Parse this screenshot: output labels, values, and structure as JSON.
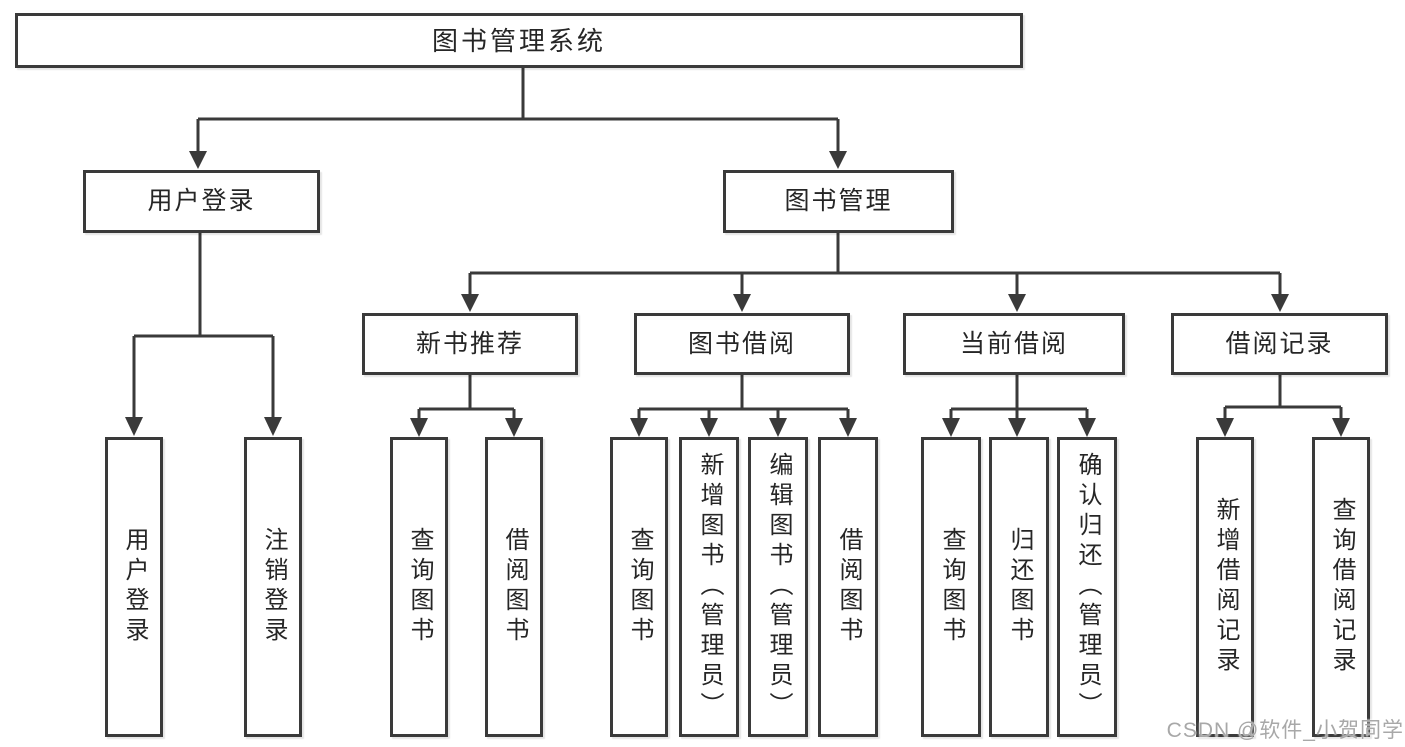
{
  "tree": {
    "label": "图书管理系统",
    "children": [
      {
        "label": "用户登录",
        "children": [
          {
            "label": "用户登录"
          },
          {
            "label": "注销登录"
          }
        ]
      },
      {
        "label": "图书管理",
        "children": [
          {
            "label": "新书推荐",
            "children": [
              {
                "label": "查询图书"
              },
              {
                "label": "借阅图书"
              }
            ]
          },
          {
            "label": "图书借阅",
            "children": [
              {
                "label": "查询图书"
              },
              {
                "label": "新增图书（管理员）"
              },
              {
                "label": "编辑图书（管理员）"
              },
              {
                "label": "借阅图书"
              }
            ]
          },
          {
            "label": "当前借阅",
            "children": [
              {
                "label": "查询图书"
              },
              {
                "label": "归还图书"
              },
              {
                "label": "确认归还（管理员）"
              }
            ]
          },
          {
            "label": "借阅记录",
            "children": [
              {
                "label": "新增借阅记录"
              },
              {
                "label": "查询借阅记录"
              }
            ]
          }
        ]
      }
    ]
  },
  "watermark": {
    "text": "CSDN @软件_小贺同学"
  },
  "colors": {
    "line": "#3a3a3a",
    "box_border": "#3a3a3a",
    "box_fill": "#ffffff",
    "text": "#262626",
    "watermark": "#a8a8a8",
    "background": "#ffffff"
  }
}
